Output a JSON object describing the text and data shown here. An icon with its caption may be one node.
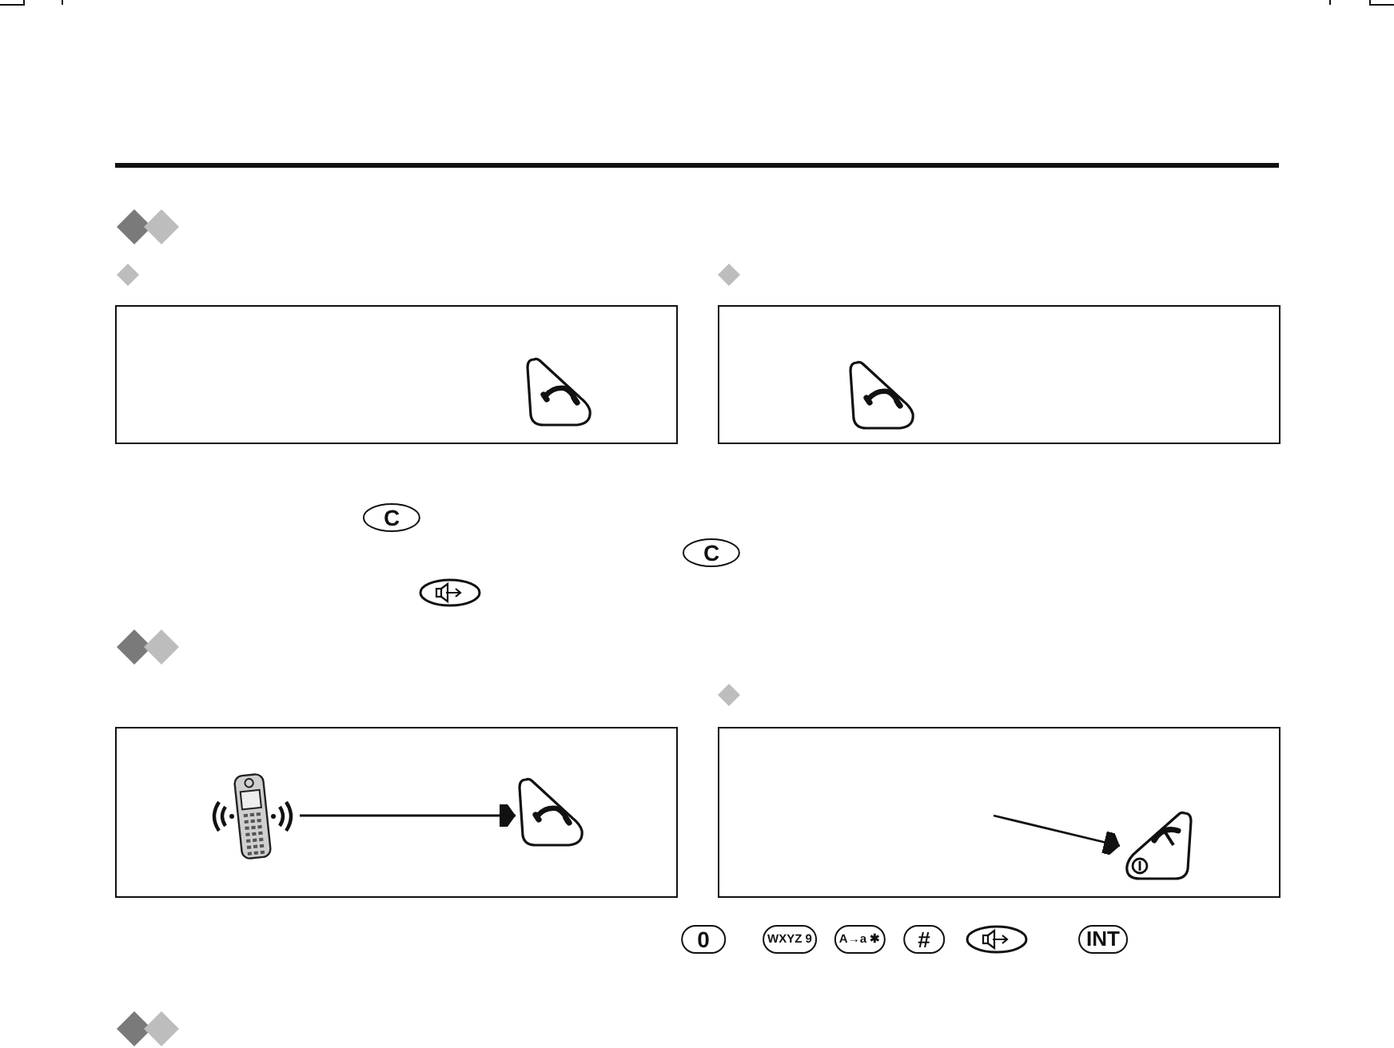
{
  "diagram": {
    "nodes": [
      {
        "text": [],
        "shape": "box"
      },
      {
        "text": [],
        "shape": "box"
      },
      {
        "text": [],
        "shape": "box"
      },
      {
        "text": [],
        "shape": "picture",
        "in": 2
      },
      {
        "text": [],
        "shape": "picture",
        "in": 2
      },
      {
        "text": [],
        "shape": "box"
      },
      {
        "text": [],
        "shape": "picture",
        "in": 5
      }
    ],
    "edges": [
      {
        "from": 3,
        "to": 4,
        "arrow": "to"
      },
      {
        "from": null,
        "to": 6,
        "arrow": "to"
      }
    ],
    "labels": [
      "C",
      "C",
      "0",
      "WXYZ 9",
      "A→a ✱",
      "#",
      "INT"
    ]
  }
}
